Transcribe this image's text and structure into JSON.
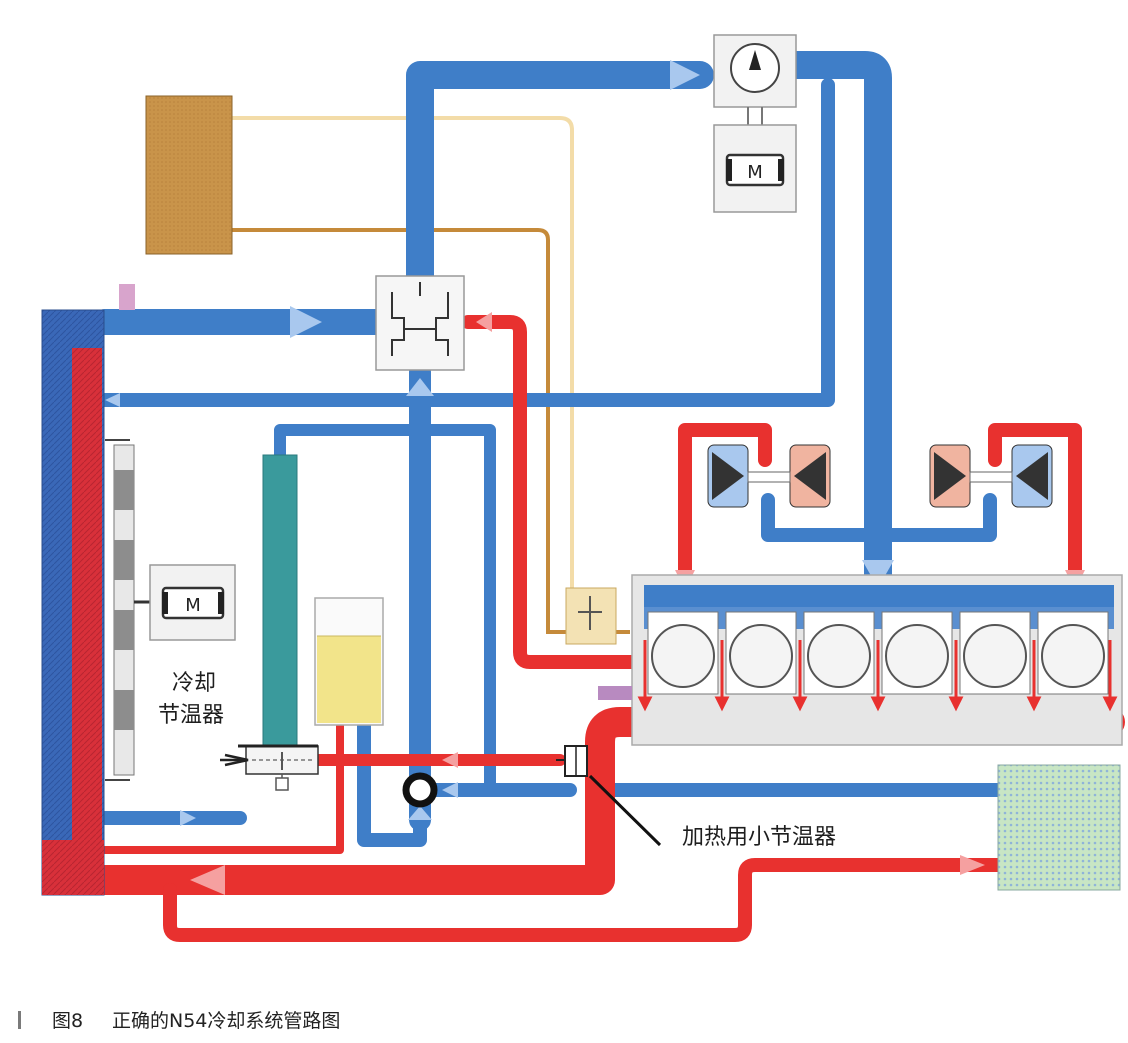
{
  "labels": {
    "cooling_thermostat_line1": "冷却",
    "cooling_thermostat_line2": "节温器",
    "heating_thermostat": "加热用小节温器",
    "motor_fan": "M",
    "motor_valve": "M"
  },
  "caption": {
    "figure_number": "图8",
    "title": "正确的N54冷却系统管路图"
  },
  "colors": {
    "hot_coolant": "#e8312f",
    "cold_coolant": "#3f7ec8",
    "radiator_blue": "#3a68b8",
    "radiator_red": "#d8303a",
    "expansion_tank": "#c9944a",
    "oil_cooler": "#3a9a9c",
    "reservoir": "#f2e48a",
    "heater_core": "#b8e0b8",
    "wire": "#c58a3a"
  }
}
